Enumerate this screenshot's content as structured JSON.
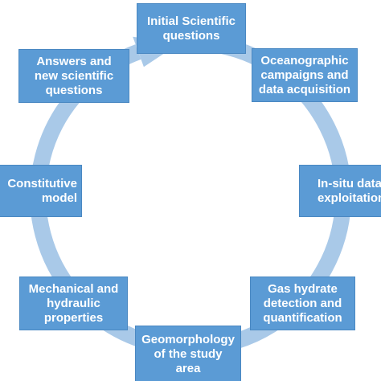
{
  "diagram": {
    "colors": {
      "node_fill": "#5b9bd5",
      "node_text": "#ffffff",
      "ring": "#a9c9e8"
    },
    "nodes": [
      {
        "label": "Initial Scientific\nquestions"
      },
      {
        "label": "Oceanographic\ncampaigns and\ndata acquisition"
      },
      {
        "label": "In-situ data\nexploitation"
      },
      {
        "label": "Gas hydrate\ndetection and\nquantification"
      },
      {
        "label": "Geomorphology\nof the study\narea"
      },
      {
        "label": "Mechanical and\nhydraulic\nproperties"
      },
      {
        "label": "Constitutive\nmodel"
      },
      {
        "label": "Answers and\nnew scientific\nquestions"
      }
    ]
  }
}
